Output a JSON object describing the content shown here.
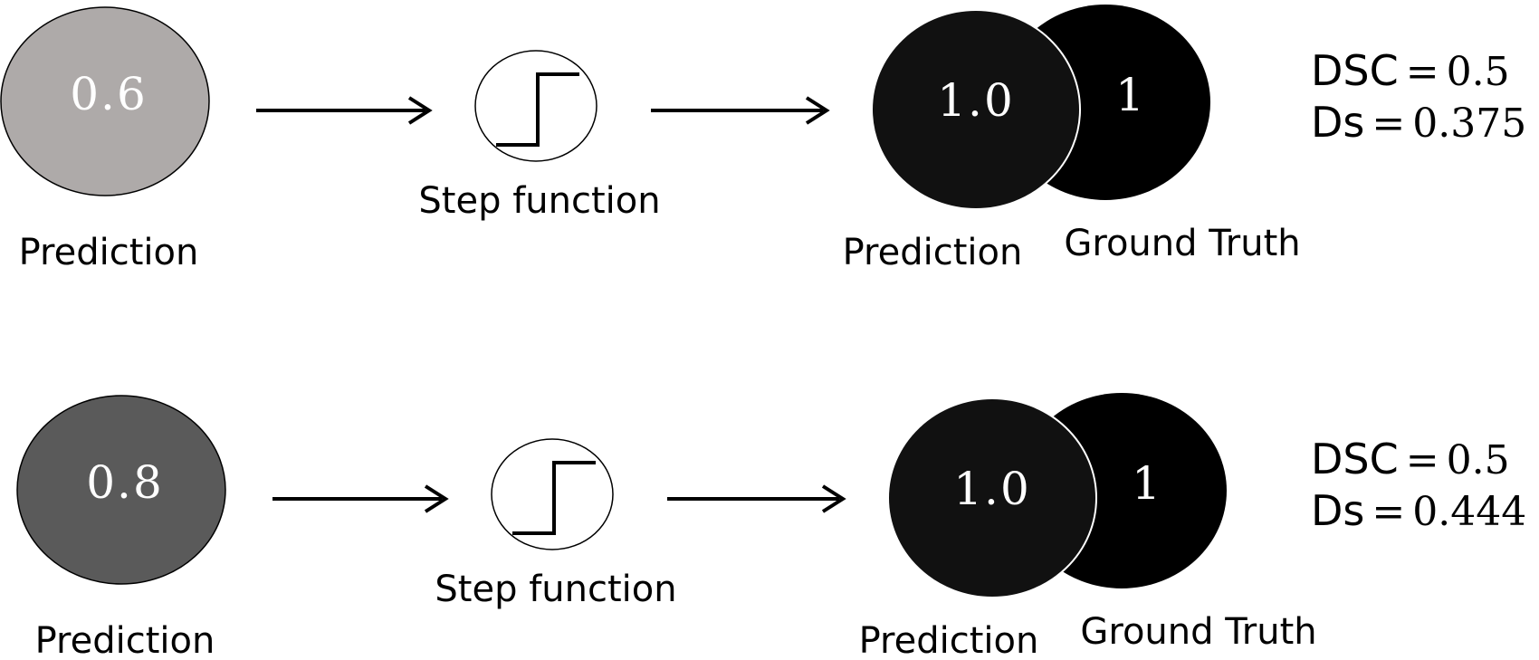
{
  "rows": [
    {
      "prediction_value": "0.6",
      "prediction_fill": "#aeaaa9",
      "prediction_label": "Prediction",
      "step_label": "Step function",
      "thresholded_value": "1.0",
      "ground_truth_value": "1",
      "overlap_prediction_label": "Prediction",
      "ground_truth_label": "Ground Truth",
      "metrics": [
        {
          "name": "DSC",
          "op": "=",
          "value": "0.5"
        },
        {
          "name": "Ds",
          "op": "=",
          "value": "0.375"
        }
      ]
    },
    {
      "prediction_value": "0.8",
      "prediction_fill": "#5a5a5a",
      "prediction_label": "Prediction",
      "step_label": "Step function",
      "thresholded_value": "1.0",
      "ground_truth_value": "1",
      "overlap_prediction_label": "Prediction",
      "ground_truth_label": "Ground Truth",
      "metrics": [
        {
          "name": "DSC",
          "op": "=",
          "value": "0.5"
        },
        {
          "name": "Ds",
          "op": "=",
          "value": "0.444"
        }
      ]
    }
  ],
  "colors": {
    "thresholded_fill": "#111111",
    "ground_truth_fill": "#000000",
    "stroke": "#000000"
  },
  "icons": [
    "arrow-right-icon",
    "step-function-icon"
  ]
}
